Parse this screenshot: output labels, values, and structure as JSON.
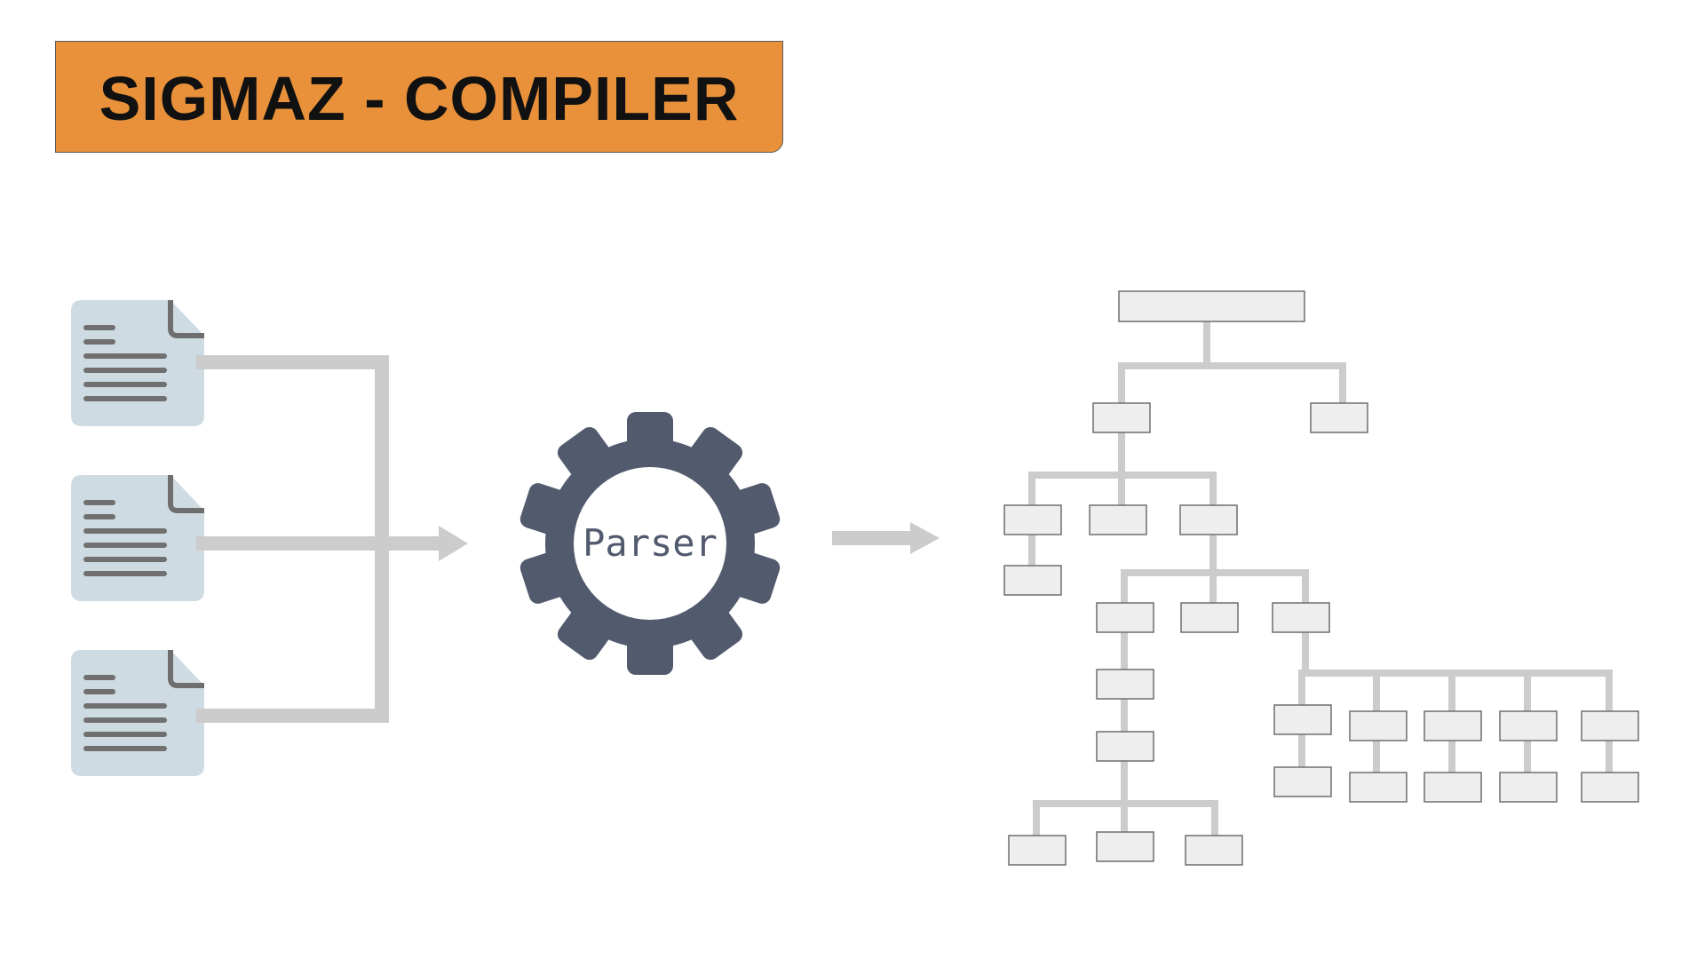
{
  "title": "SIGMAZ - COMPILER",
  "parser": {
    "label": "Parser"
  },
  "colors": {
    "banner": "#e8913a",
    "gear": "#525a6e",
    "connector": "#cccccc",
    "document_bg": "#cfdbe2",
    "document_lines": "#707070",
    "tree_node_fill": "#eeeeee",
    "tree_node_border": "#6e6e6e"
  },
  "icons": {
    "source_file": "document-icon",
    "parser": "gear-icon",
    "output": "syntax-tree"
  },
  "source_files": [
    {
      "icon": "document-icon"
    },
    {
      "icon": "document-icon"
    },
    {
      "icon": "document-icon"
    }
  ]
}
